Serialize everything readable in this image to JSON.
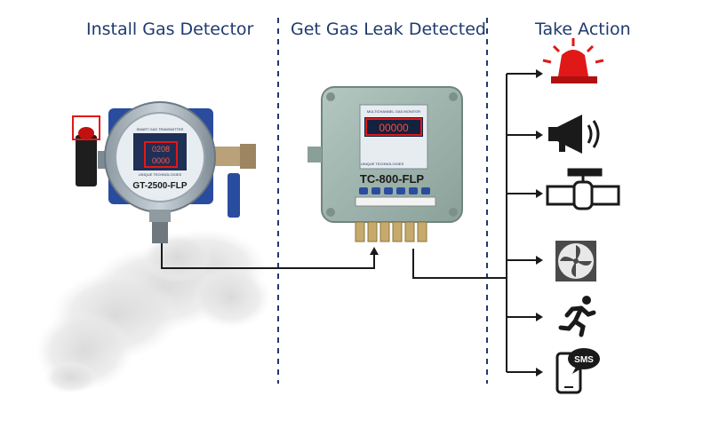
{
  "columns": [
    {
      "title": "Install Gas Detector"
    },
    {
      "title": "Get Gas Leak Detected"
    },
    {
      "title": "Take Action"
    }
  ],
  "transmitter": {
    "model": "GT-2500-FLP",
    "display_top": "0208",
    "display_bottom": "0000",
    "panel_label": "SMART GAS TRANSMITTER",
    "brand": "UNIQUE TECHNOLOGIES"
  },
  "controller": {
    "model": "TC-800-FLP",
    "display": "00000",
    "panel_label": "MULTICHANNEL GAS MONITOR",
    "brand": "UNIQUE TECHNOLOGIES"
  },
  "actions": [
    {
      "icon": "alarm-beacon-icon"
    },
    {
      "icon": "loudspeaker-icon"
    },
    {
      "icon": "solenoid-valve-icon"
    },
    {
      "icon": "exhaust-fan-icon"
    },
    {
      "icon": "running-person-icon"
    },
    {
      "icon": "sms-phone-icon",
      "label": "SMS"
    }
  ],
  "colors": {
    "title": "#1f3a6e",
    "connector": "#1a1a1a",
    "alarm_red": "#e01818",
    "enclosure": "#9db3ad",
    "transmitter_blue": "#2a4c9e"
  }
}
